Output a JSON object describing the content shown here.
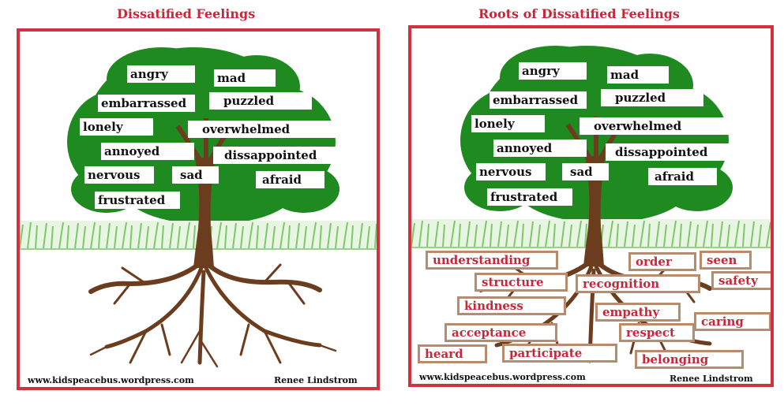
{
  "left_panel": {
    "title": "Dissatified Feelings",
    "feelings": [
      "angry",
      "mad",
      "embarrassed",
      "puzzled",
      "lonely",
      "overwhelmed",
      "annoyed",
      "dissappointed",
      "nervous",
      "sad",
      "afraid",
      "frustrated"
    ],
    "footer_url": "www.kidspeacebus.wordpress.com",
    "footer_author": "Renee Lindstrom"
  },
  "right_panel": {
    "title": "Roots of Dissatified Feelings",
    "feelings": [
      "angry",
      "mad",
      "embarrassed",
      "puzzled",
      "lonely",
      "overwhelmed",
      "annoyed",
      "dissappointed",
      "nervous",
      "sad",
      "afraid",
      "frustrated"
    ],
    "roots": [
      "understanding",
      "order",
      "seen",
      "structure",
      "recognition",
      "safety",
      "kindness",
      "empathy",
      "caring",
      "acceptance",
      "respect",
      "heard",
      "participate",
      "belonging"
    ],
    "footer_url": "www.kidspeacebus.wordpress.com",
    "footer_author": "Renee Lindstrom"
  },
  "colors": {
    "title": "#c6283a",
    "border": "#d1323f",
    "foliage": "#1f8a1f",
    "trunk": "#6b3d1e",
    "grass": "#7cc96a",
    "root_box": "#b78b6d",
    "root_text": "#c5283a"
  }
}
